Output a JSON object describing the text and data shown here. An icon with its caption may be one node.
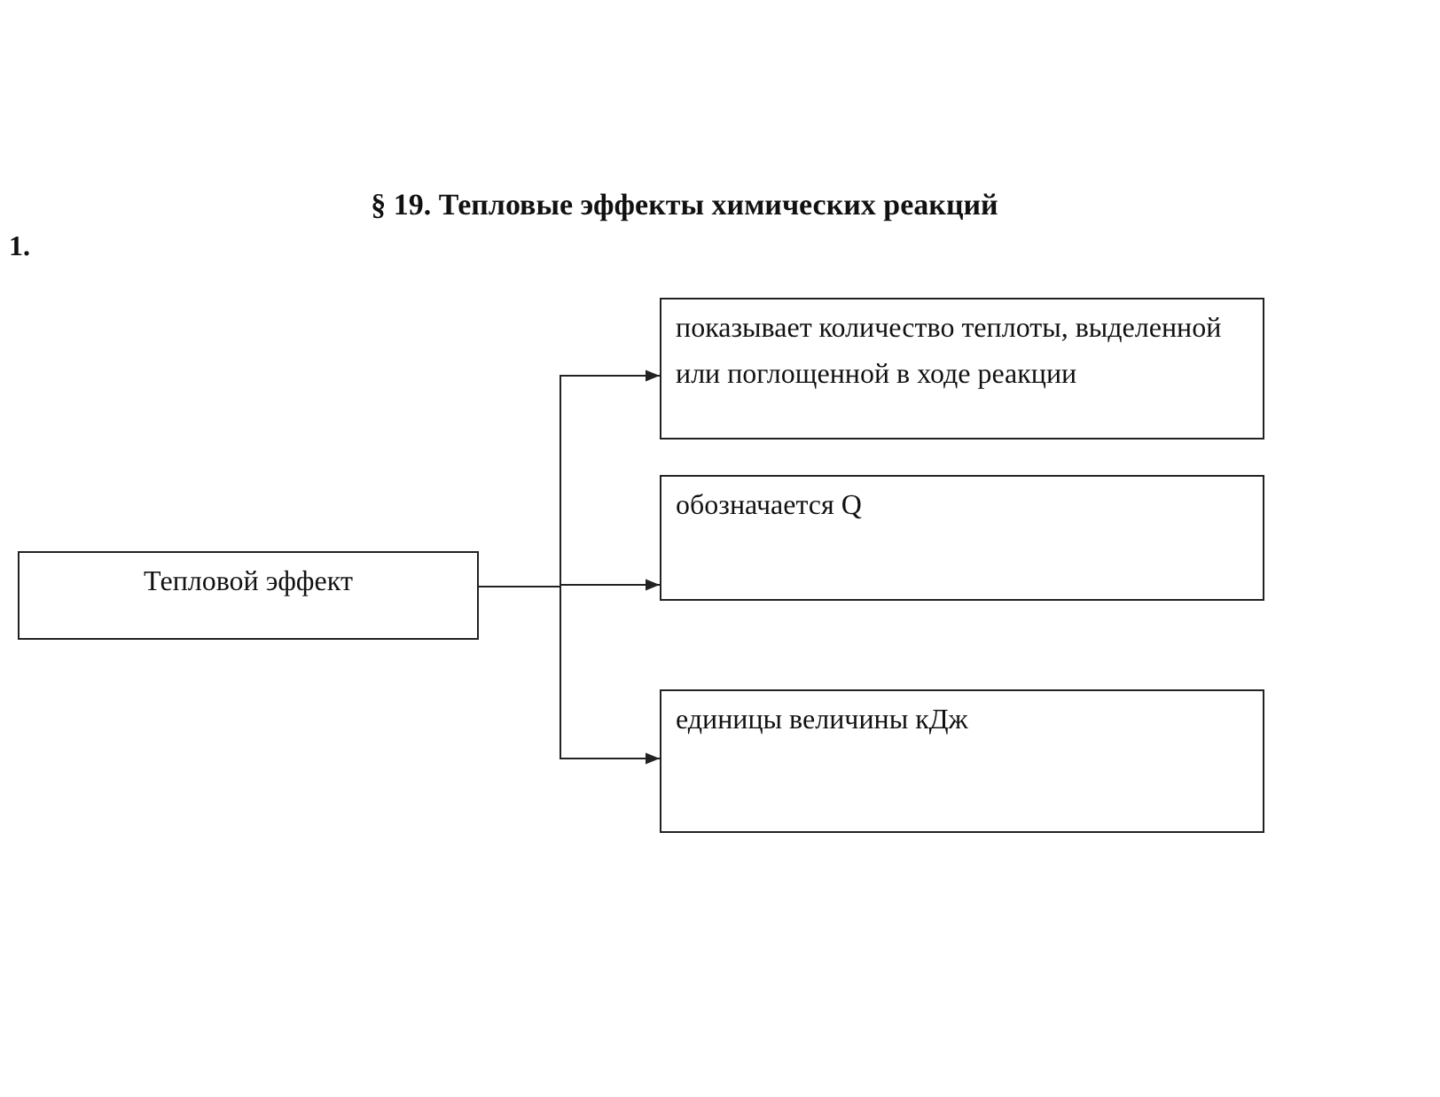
{
  "diagram": {
    "title": "§ 19. Тепловые эффекты химических реакций",
    "nodes": [
      {
        "text": [
          "Тепловой эффект"
        ]
      },
      {
        "text": [
          "показывает количество теплоты, выделенной или поглощенной в ходе реакции"
        ]
      },
      {
        "text": [
          "обозначается Q"
        ]
      },
      {
        "text": [
          "единицы величины кДж"
        ]
      }
    ],
    "edges": [
      {
        "from": 0,
        "to": 1,
        "arrow": "to"
      },
      {
        "from": 0,
        "to": 2,
        "arrow": "to"
      },
      {
        "from": 0,
        "to": 3,
        "arrow": "to"
      }
    ],
    "labels": [
      "1."
    ]
  }
}
